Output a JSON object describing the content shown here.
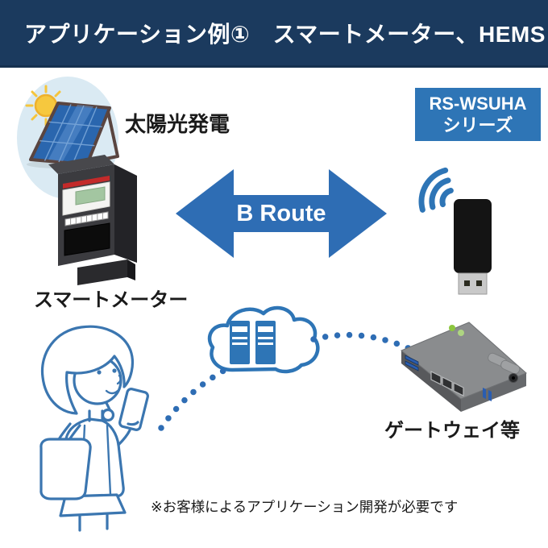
{
  "header": {
    "title": "アプリケーション例①　スマートメーター、HEMS"
  },
  "badge": {
    "line1": "RS-WSUHA",
    "line2": "シリーズ"
  },
  "labels": {
    "solar": "太陽光発電",
    "smart_meter": "スマートメーター",
    "gateway": "ゲートウェイ等"
  },
  "arrow": {
    "label": "B Route"
  },
  "note": {
    "text": "※お客様によるアプリケーション開発が必要です"
  },
  "icons": {
    "sun": "sun-with-rays",
    "solar_panel": "tilted-solar-panel",
    "smart_meter": "electric-smart-meter-box",
    "double_arrow": "left-right-double-arrow",
    "wifi": "wifi-signal-arcs",
    "usb_dongle": "black-usb-stick",
    "cloud_server": "cloud-with-two-servers",
    "gateway": "isometric-gateway-box",
    "person": "woman-with-smartphone-line-art",
    "dots": "dotted-connection-path"
  },
  "colors": {
    "header-navy": "#1b3a5e",
    "accent-blue": "#2e6db4",
    "badge-blue": "#2e75b6",
    "dot-blue": "#2e6db4",
    "outline-blue": "#3b76b0",
    "circle-bg": "#daeaf3",
    "sun-yellow": "#f5c53c",
    "panel-blue": "#2a66ae",
    "meter-body": "#3b3b3f",
    "meter-stripe-red": "#c32a2a",
    "lcd-green": "#a3c6a1",
    "gateway-gray": "#8a8c8e",
    "led-green": "#8cc63f",
    "text-dark": "#1a1a1a",
    "text-white": "#ffffff"
  }
}
